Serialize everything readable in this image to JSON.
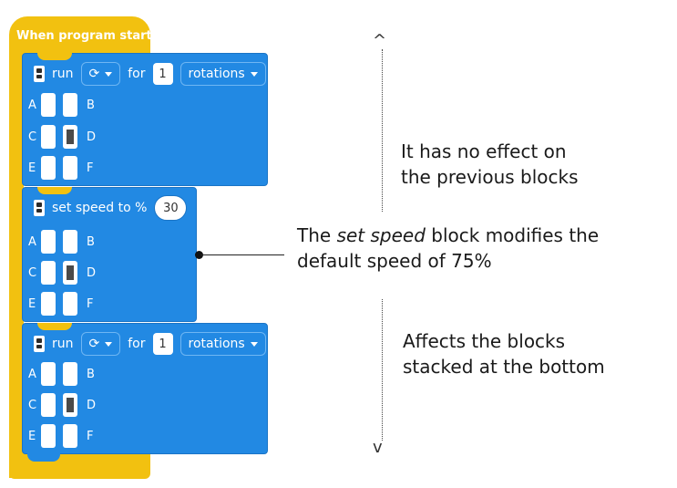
{
  "hat_block": {
    "label": "When program starts"
  },
  "blocks": [
    {
      "motor_label": "run",
      "direction_icon": "clockwise-arrow-icon",
      "for_label": "for",
      "amount": "1",
      "unit": "rotations",
      "ports": [
        {
          "left": "A",
          "right": "B"
        },
        {
          "left": "C",
          "right": "D"
        },
        {
          "left": "E",
          "right": "F"
        }
      ]
    },
    {
      "label": "set speed to %",
      "value": "30",
      "ports": [
        {
          "left": "A",
          "right": "B"
        },
        {
          "left": "C",
          "right": "D"
        },
        {
          "left": "E",
          "right": "F"
        }
      ]
    },
    {
      "motor_label": "run",
      "direction_icon": "clockwise-arrow-icon",
      "for_label": "for",
      "amount": "1",
      "unit": "rotations",
      "ports": [
        {
          "left": "A",
          "right": "B"
        },
        {
          "left": "C",
          "right": "D"
        },
        {
          "left": "E",
          "right": "F"
        }
      ]
    }
  ],
  "annotations": {
    "top_note": [
      "It has no effect on",
      "the previous blocks"
    ],
    "middle_note_prefix": "The ",
    "middle_note_emphasis": "set speed",
    "middle_note_suffix": " block modifies the",
    "middle_note_line2": "default speed of 75%",
    "bottom_note": [
      "Affects the blocks",
      "stacked at the bottom"
    ]
  },
  "colors": {
    "event_block": "#F2C110",
    "motor_block": "#2289E3"
  }
}
